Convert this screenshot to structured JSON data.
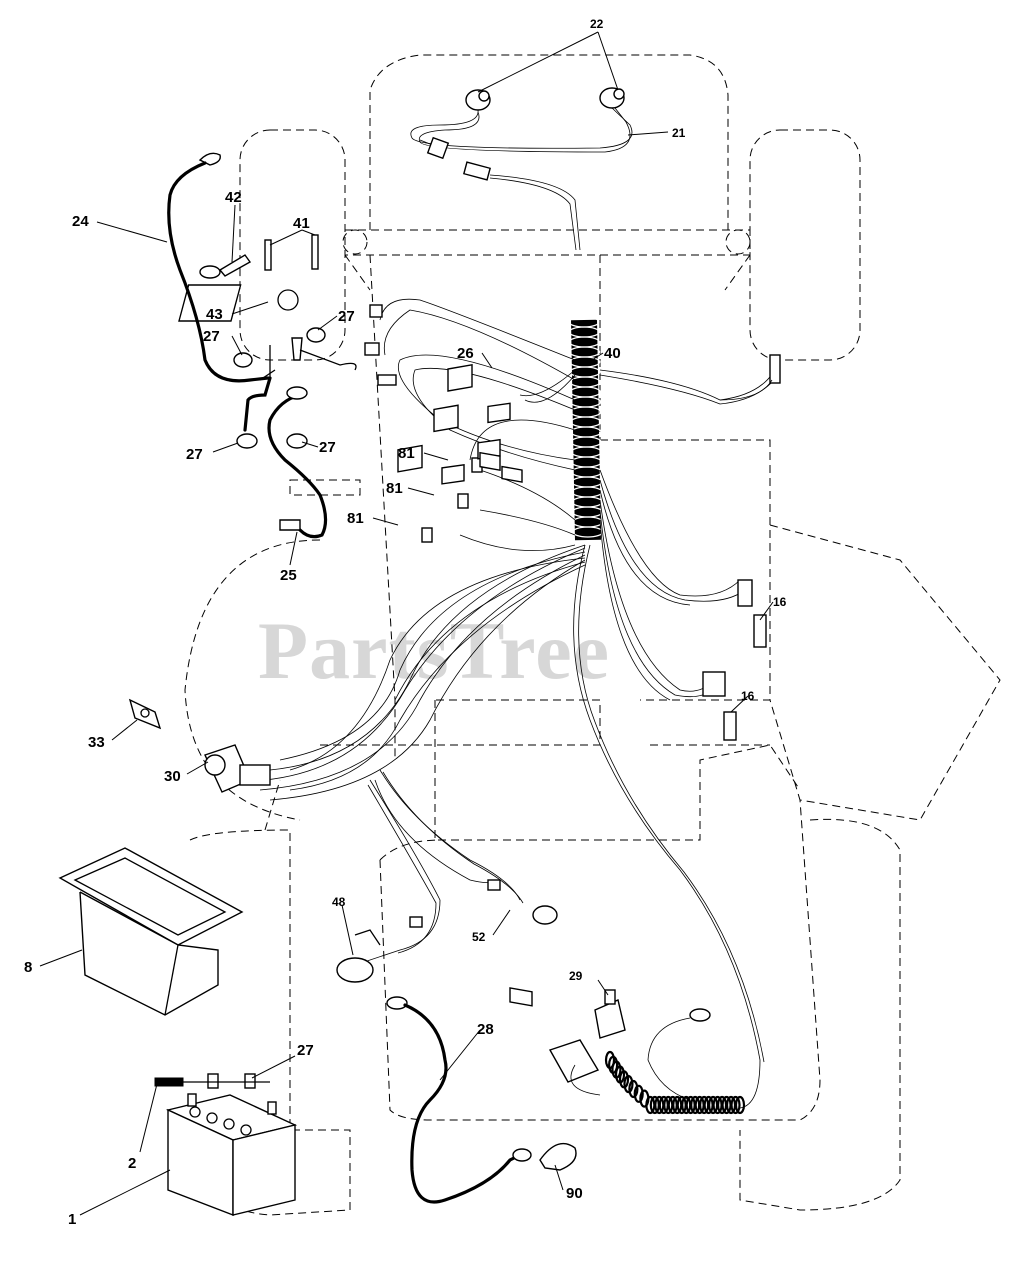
{
  "watermark": "PartsTree",
  "callouts": [
    {
      "id": "c22",
      "label": "22"
    },
    {
      "id": "c21",
      "label": "21"
    },
    {
      "id": "c24",
      "label": "24"
    },
    {
      "id": "c42",
      "label": "42"
    },
    {
      "id": "c41",
      "label": "41"
    },
    {
      "id": "c43",
      "label": "43"
    },
    {
      "id": "c27a",
      "label": "27"
    },
    {
      "id": "c27b",
      "label": "27"
    },
    {
      "id": "c27c",
      "label": "27"
    },
    {
      "id": "c27d",
      "label": "27"
    },
    {
      "id": "c26",
      "label": "26"
    },
    {
      "id": "c40",
      "label": "40"
    },
    {
      "id": "c81a",
      "label": "81"
    },
    {
      "id": "c81b",
      "label": "81"
    },
    {
      "id": "c81c",
      "label": "81"
    },
    {
      "id": "c25",
      "label": "25"
    },
    {
      "id": "c16a",
      "label": "16"
    },
    {
      "id": "c16b",
      "label": "16"
    },
    {
      "id": "c33",
      "label": "33"
    },
    {
      "id": "c30",
      "label": "30"
    },
    {
      "id": "c48",
      "label": "48"
    },
    {
      "id": "c52",
      "label": "52"
    },
    {
      "id": "c8",
      "label": "8"
    },
    {
      "id": "c29",
      "label": "29"
    },
    {
      "id": "c28",
      "label": "28"
    },
    {
      "id": "c27e",
      "label": "27"
    },
    {
      "id": "c2",
      "label": "2"
    },
    {
      "id": "c1",
      "label": "1"
    },
    {
      "id": "c90",
      "label": "90"
    }
  ]
}
